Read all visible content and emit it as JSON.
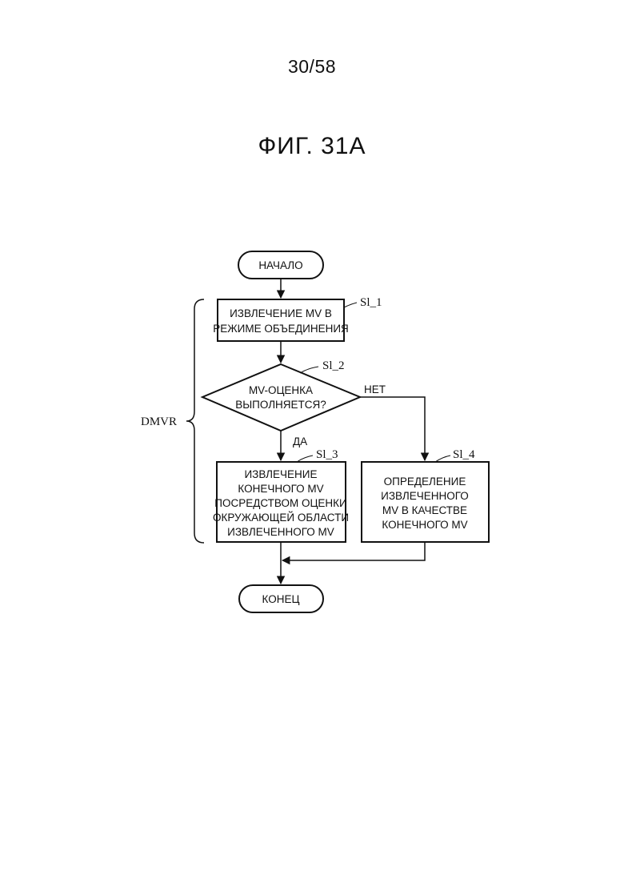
{
  "page": {
    "number": "30/58",
    "figure_title": "ФИГ. 31A"
  },
  "diagram": {
    "group_label": "DMVR",
    "start": {
      "label": "НАЧАЛО"
    },
    "end": {
      "label": "КОНЕЦ"
    },
    "steps": [
      {
        "ref": "Sl_1",
        "lines": [
          "ИЗВЛЕЧЕНИЕ MV В",
          "РЕЖИМЕ ОБЪЕДИНЕНИЯ"
        ]
      },
      {
        "ref": "Sl_2",
        "lines": [
          "MV-ОЦЕНКА",
          "ВЫПОЛНЯЕТСЯ?"
        ]
      },
      {
        "ref": "Sl_3",
        "lines": [
          "ИЗВЛЕЧЕНИЕ",
          "КОНЕЧНОГО MV",
          "ПОСРЕДСТВОМ ОЦЕНКИ",
          "ОКРУЖАЮЩЕЙ ОБЛАСТИ",
          "ИЗВЛЕЧЕННОГО MV"
        ]
      },
      {
        "ref": "Sl_4",
        "lines": [
          "ОПРЕДЕЛЕНИЕ",
          "ИЗВЛЕЧЕННОГО",
          "MV В КАЧЕСТВЕ",
          "КОНЕЧНОГО MV"
        ]
      }
    ],
    "edges": {
      "yes_label": "ДА",
      "no_label": "НЕТ"
    }
  }
}
